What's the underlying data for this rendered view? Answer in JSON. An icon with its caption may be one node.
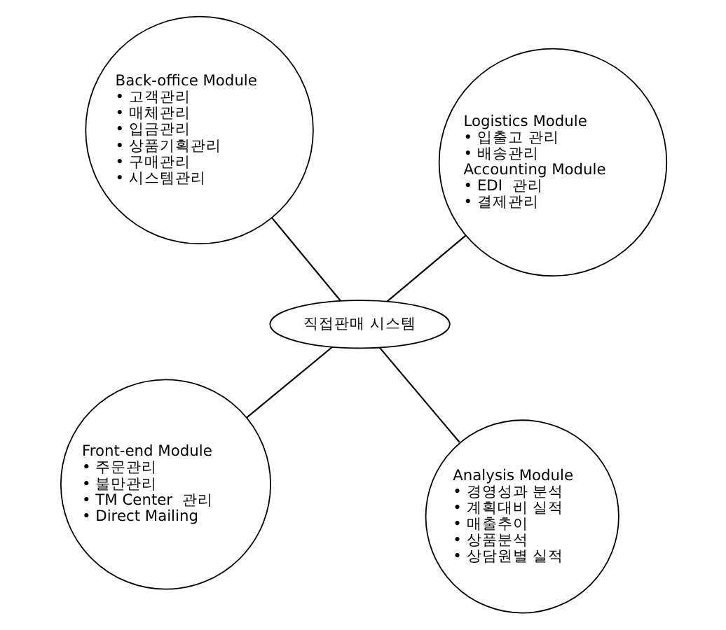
{
  "diagram": {
    "nodes": [
      {
        "text": [
          "Front-end Module",
          "• 주문관리",
          "• 불만관리",
          "• TM Center  관리",
          "• Direct Mailing"
        ]
      },
      {
        "text": [
          "Analysis Module",
          "• 경영성과 분석",
          "• 계획대비 실적",
          "• 매출추이",
          "• 상품분석",
          "• 상담원별 실적"
        ]
      },
      {
        "text": [
          "직접판매 시스템"
        ]
      },
      {
        "text": [
          "Back-office Module",
          "• 고객관리",
          "• 매체관리",
          "• 입금관리",
          "• 상품기획관리",
          "• 구매관리",
          "• 시스템관리"
        ]
      },
      {
        "text": [
          "Logistics Module",
          "• 입출고 관리",
          "• 배송관리",
          "Accounting Module",
          "• EDI  관리",
          "• 결제관리"
        ]
      }
    ],
    "edges": [
      {
        "from": 2,
        "to": 0,
        "arrow": "none"
      },
      {
        "from": 2,
        "to": 1,
        "arrow": "none"
      },
      {
        "from": 2,
        "to": 3,
        "arrow": "none"
      },
      {
        "from": 2,
        "to": 4,
        "arrow": "none"
      }
    ]
  }
}
